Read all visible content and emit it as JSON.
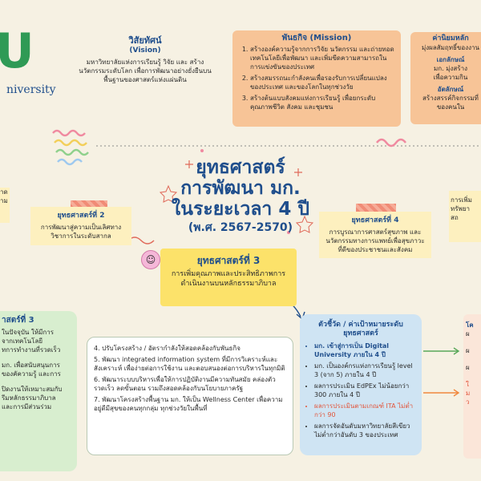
{
  "logo": {
    "letter": "U",
    "word": "niversity"
  },
  "vision": {
    "title": "วิสัยทัศน์",
    "subtitle": "(Vision)",
    "text": "มหาวิทยาลัยแห่งการเรียนรู้ วิจัย และ สร้างนวัตกรรมระดับโลก เพื่อการพัฒนาอย่างยั่งยืนบนพื้นฐานของศาสตร์แห่งแผ่นดิน"
  },
  "mission": {
    "title": "พันธกิจ (Mission)",
    "items": [
      "สร้างองค์ความรู้จากการวิจัย นวัตกรรม และถ่ายทอดเทคโนโลยีเพื่อพัฒนา และเพิ่มขีดความสามารถในการแข่งขันของประเทศ",
      "สร้างสมรรถนะกำลังคนเพื่อรองรับการเปลี่ยนแปลงของประเทศ และของโลกในทุกช่วงวัย",
      "สร้างต้นแบบสังคมแห่งการเรียนรู้ เพื่อยกระดับคุณภาพชีวิต สังคม และชุมชน"
    ]
  },
  "values": {
    "title": "ค่านิยมหลัก",
    "line1": "มุ่งผลสัมฤทธิ์ของงาน",
    "h2": "เอกลักษณ์",
    "line2": "มก. มุ่งสร้าง",
    "line3": "เพื่อความกิน",
    "h3": "อัตลักษณ์",
    "line4": "สร้างสรรค์กิจกรรมที่",
    "line5": "ของคนใน"
  },
  "main_title": {
    "line1": "ยุทธศาสตร์",
    "line2": "การพัฒนา มก.",
    "line3": "ในระยะเวลา 4 ปี",
    "line4": "(พ.ศ. 2567-2570)"
  },
  "s1": {
    "line1": "าด",
    "line2": "าม"
  },
  "s2": {
    "title": "ยุทธศาสตร์ที่ 2",
    "text": "การพัฒนาสู่ความเป็นเลิศทางวิชาการในระดับสากล"
  },
  "s3": {
    "title": "ยุทธศาสตร์ที่ 3",
    "text": "การเพิ่มคุณภาพและประสิทธิภาพการดำเนินงานบนหลักธรรมาภิบาล"
  },
  "s4": {
    "title": "ยุทธศาสตร์ที่ 4",
    "text": "การบูรณาการศาสตร์สุขภาพ และนวัตกรรมทางการแพทย์เพื่อสุขภาวะที่ดีของประชาชนและสังคม"
  },
  "s5": {
    "line1": "การเพิ่ม",
    "line2": "ทรัพยา",
    "line3": "สถ"
  },
  "green_card": {
    "title": "าสตร์ที่ 3",
    "lines": [
      "ในปัจจุบัน ให้มีการ",
      "จากเทคโนโลยี",
      "ทการทำงานที่รวดเร็ว",
      "",
      "มก. เพื่อสนับสนุนการ",
      "ของคัความรู้ และการ",
      "",
      "ปิดงานให้เหมาะสมกับ",
      "รีมหลักธรรมาภิบาล",
      "และการมีส่วนร่วม"
    ]
  },
  "strategy_card": {
    "items": [
      "4. ปรับโครงสร้าง / อัตรากำลังให้สอดคล้องกับพันธกิจ",
      "5. พัฒนา integrated information system ที่มีการวิเคราะห์และสังเคราะห์ เพื่อง่ายต่อการใช้งาน และตอบสนองต่อการบริหารในทุกมิติ",
      "6. พัฒนาระบบบริหารเพื่อให้การปฏิบัติงานมีความทันสมัย คล่องตัว รวดเร็ว ลดขั้นตอน รวมถึงสอดคล้องกับนโยบายภาครัฐ",
      "7. พัฒนาโครงสร้างพื้นฐาน มก. ให้เป็น Wellness Center เพื่อความอยู่ดีมีสุขของคนทุกกลุ่ม ทุกช่วงวัยในพื้นที่"
    ]
  },
  "kpi": {
    "title": "ตัวชี้วัด / ค่าเป้าหมายระดับยุทธศาสตร์",
    "items": [
      "มก. เข้าสู่การเป็น Digital University ภายใน 4 ปี",
      "มก. เป็นองค์กรแห่งการเรียนรู้ level 3 (จาก 5) ภายใน 4 ปี",
      "ผลการประเมิน EdPEx ไม่น้อยกว่า 300 ภายใน 4 ปี",
      "ผลการประเมินตามเกณฑ์ ITA ไม่ต่ำกว่า 90",
      "ผลการจัดอันดับมหาวิทยาลัยสีเขียวไม่ต่ำกว่าอันดับ 3 ของประเทศ"
    ]
  },
  "right_stack": {
    "l1": "โค",
    "l2": "ผ",
    "l3": "ผ",
    "l4": "ผ",
    "l5": "ใ",
    "l6": "ม",
    "l7": "ว"
  },
  "colors": {
    "background": "#f6f1e3",
    "orange": "#f7c497",
    "yellow": "#fdf0bf",
    "green": "#d8eecf",
    "blue": "#cfe4f3",
    "accent_blue": "#1f4e8c",
    "red": "#e2563c"
  }
}
